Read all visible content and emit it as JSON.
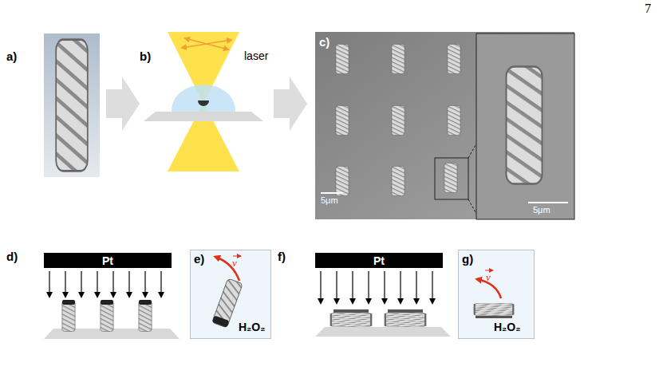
{
  "diagram": {
    "nodes": [
      {
        "text": [
          "Pt"
        ]
      },
      {
        "text": [
          "e)",
          "v",
          "H₂O₂"
        ]
      },
      {
        "text": [
          "Pt"
        ]
      },
      {
        "text": [
          "g)",
          "v",
          "H₂O₂"
        ]
      }
    ],
    "labels": [
      "7",
      "a)",
      "b)",
      "laser",
      "c)",
      "5μm",
      "5μm",
      "d)",
      "f)"
    ]
  }
}
